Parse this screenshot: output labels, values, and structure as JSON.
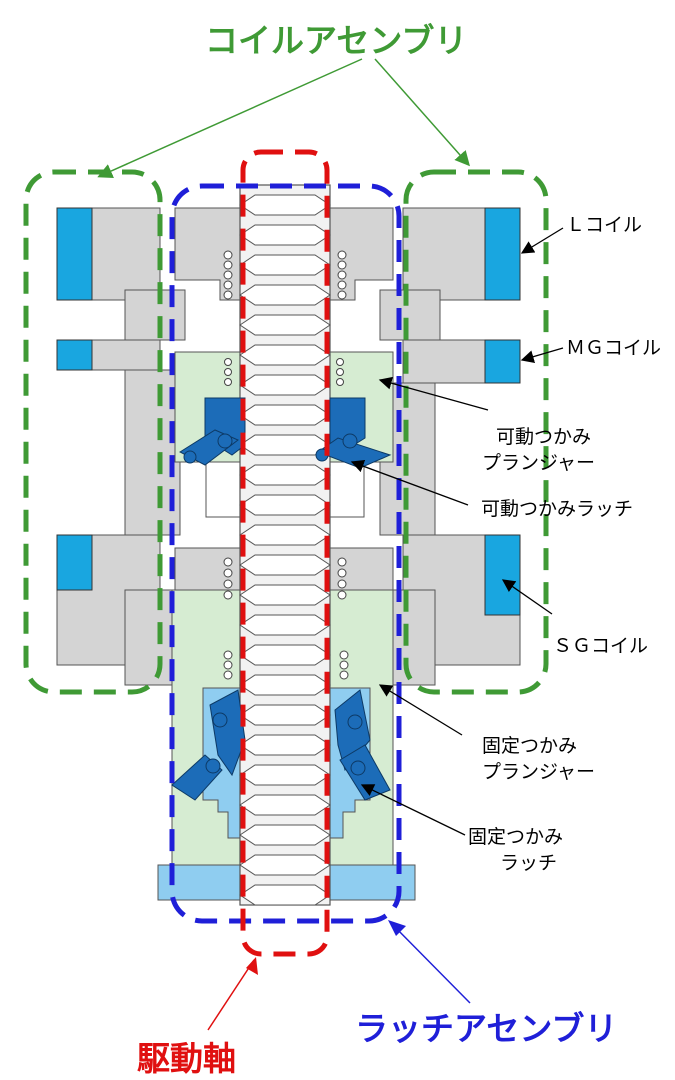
{
  "titles": {
    "coil_assembly": "コイルアセンブリ",
    "latch_assembly": "ラッチアセンブリ",
    "drive_shaft": "駆動軸"
  },
  "labels": {
    "l_coil": "Ｌコイル",
    "mg_coil": "ＭＧコイル",
    "movable_plunger_1": "可動つかみ",
    "movable_plunger_2": "プランジャー",
    "movable_latch": "可動つかみラッチ",
    "sg_coil": "ＳＧコイル",
    "fixed_plunger_1": "固定つかみ",
    "fixed_plunger_2": "プランジャー",
    "fixed_latch_1": "固定つかみ",
    "fixed_latch_2": "ラッチ"
  },
  "colors": {
    "coil_assembly": "#3f9a35",
    "latch_assembly": "#1f1fd8",
    "drive_shaft": "#e01010",
    "coil_blue": "#19a6e0",
    "latch_blue": "#1c6cb8",
    "plunger_green": "#d6ecd2",
    "frame_gray": "#d4d4d4"
  }
}
